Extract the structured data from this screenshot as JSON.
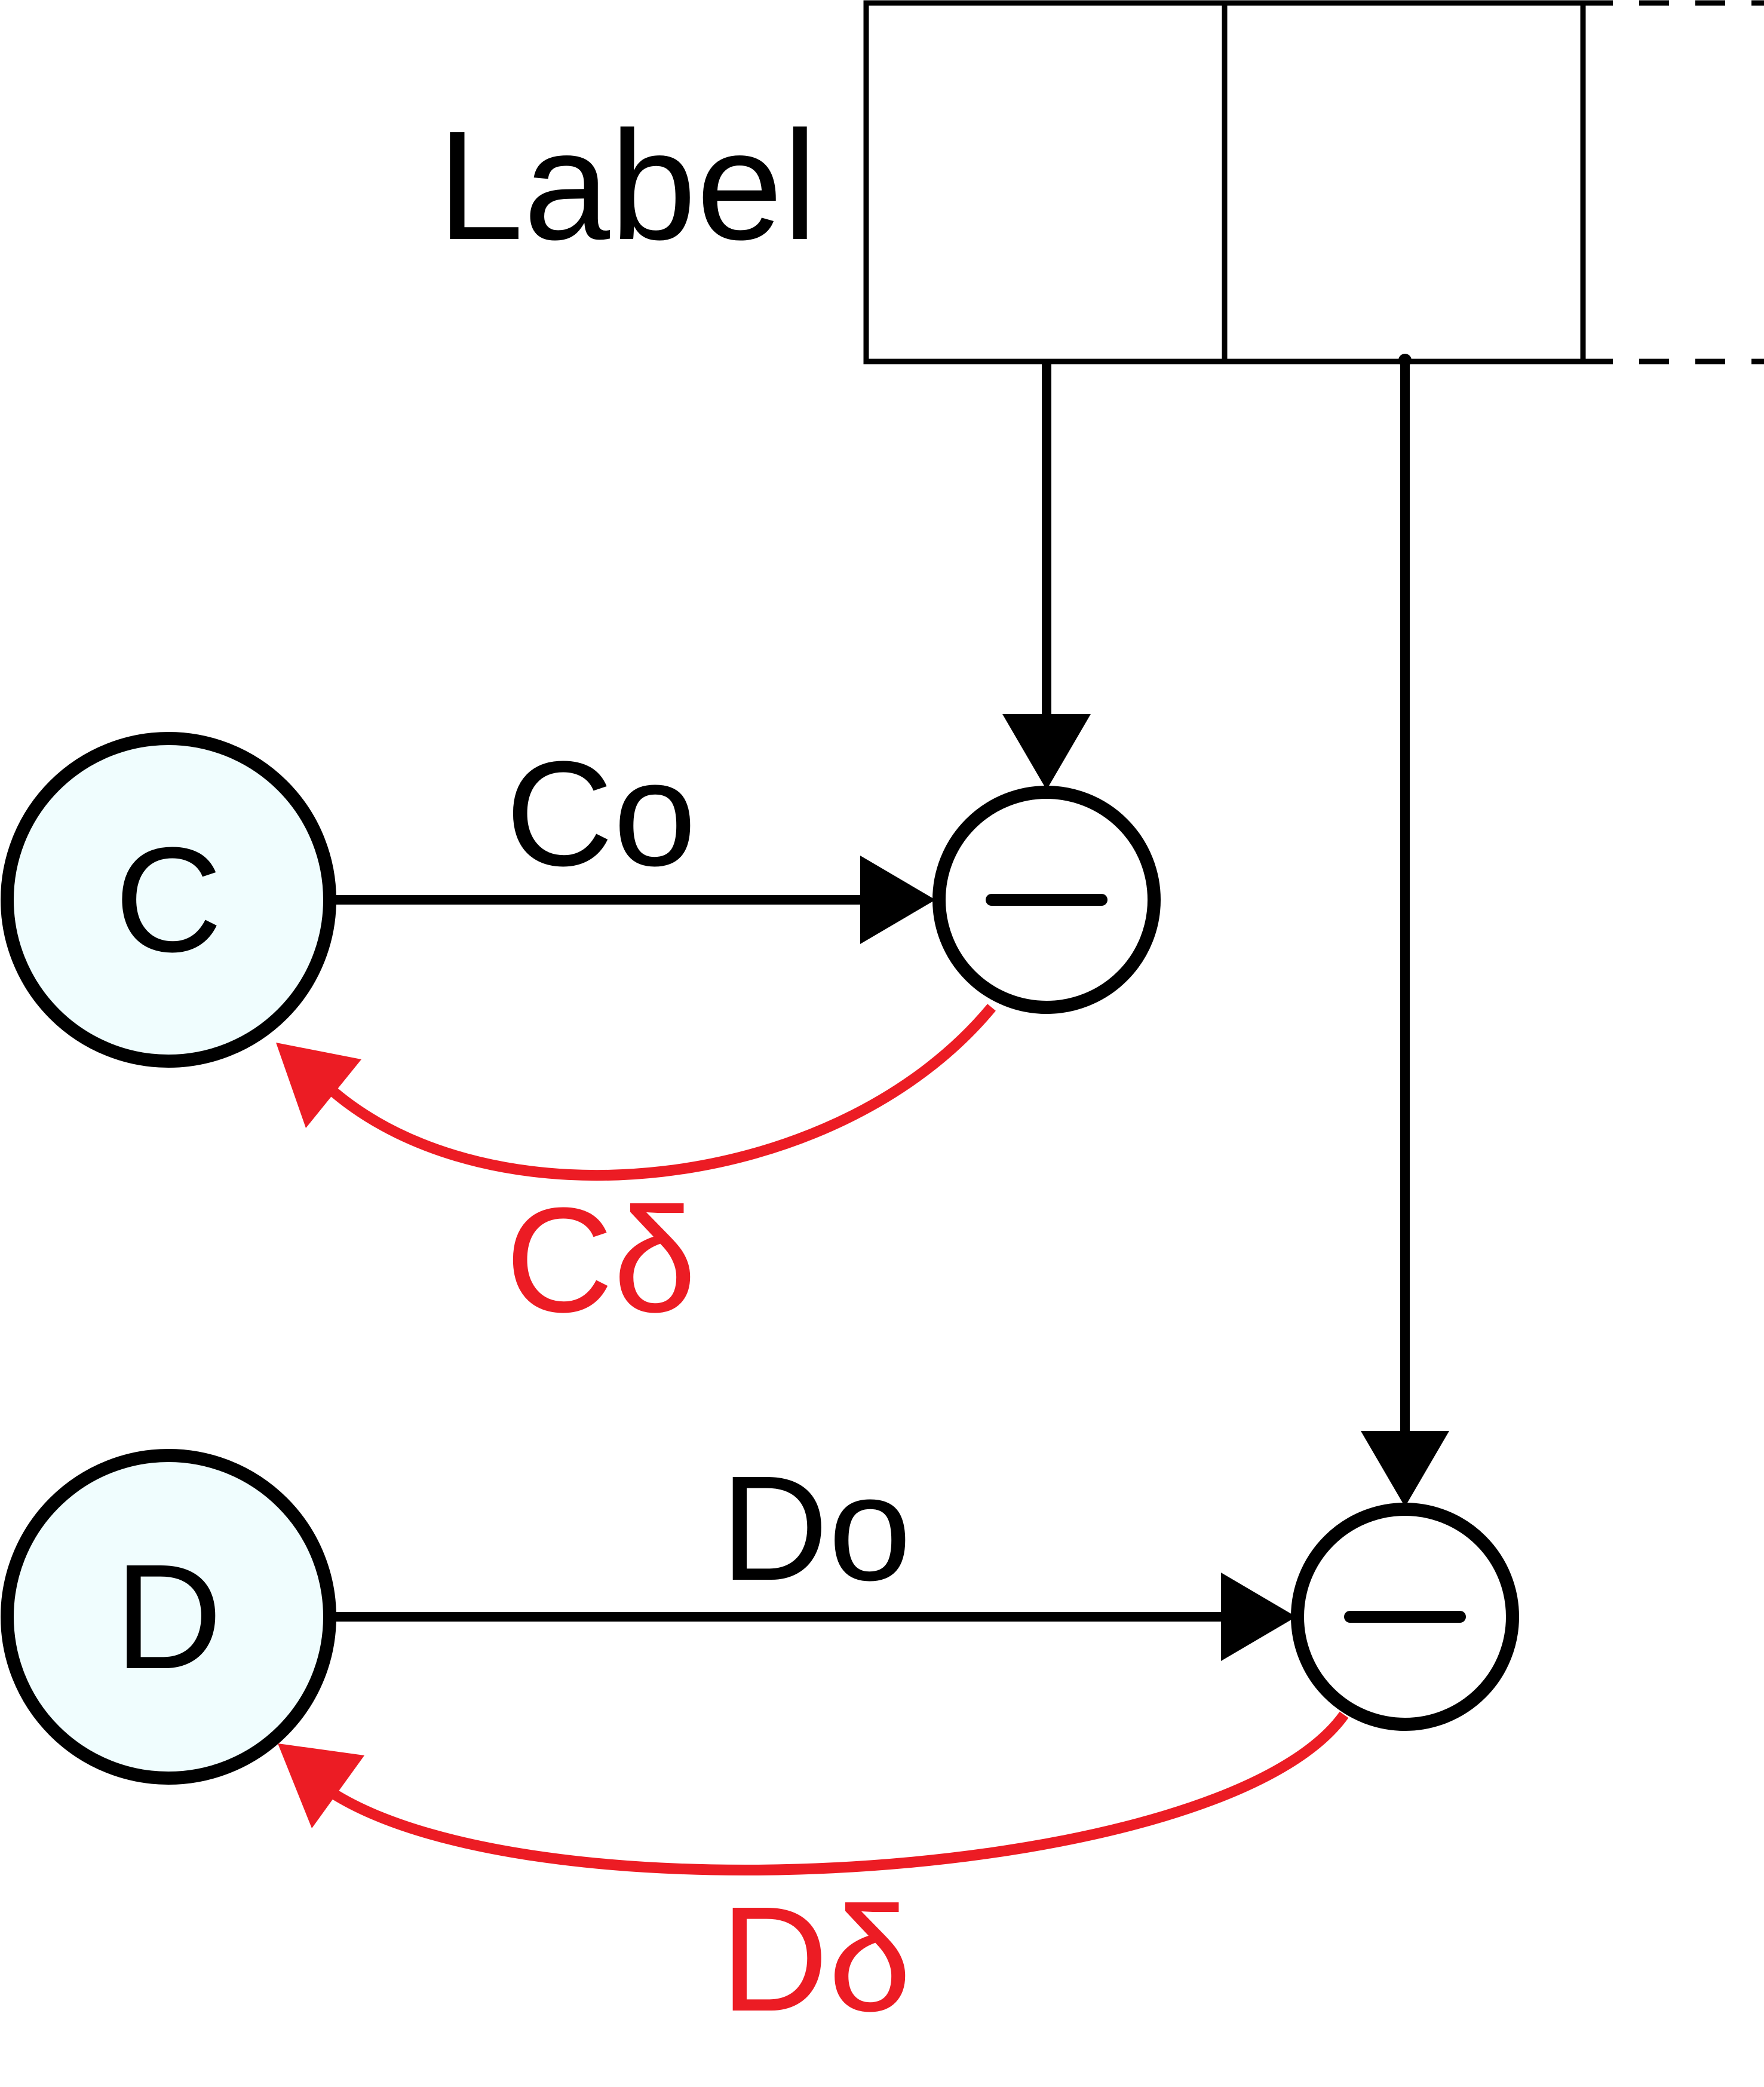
{
  "label_box": {
    "label": "Label"
  },
  "nodes": {
    "c": {
      "label": "C"
    },
    "d": {
      "label": "D"
    }
  },
  "operators": {
    "top": {
      "symbol": "−"
    },
    "bottom": {
      "symbol": "−"
    }
  },
  "edges": {
    "co": {
      "label": "Co"
    },
    "c_delta": {
      "label": "Cδ"
    },
    "do": {
      "label": "Do"
    },
    "d_delta": {
      "label": "Dδ"
    }
  },
  "colors": {
    "stroke": "#000000",
    "node_fill": "#f0fdfe",
    "feedback": "#ec1c24"
  }
}
